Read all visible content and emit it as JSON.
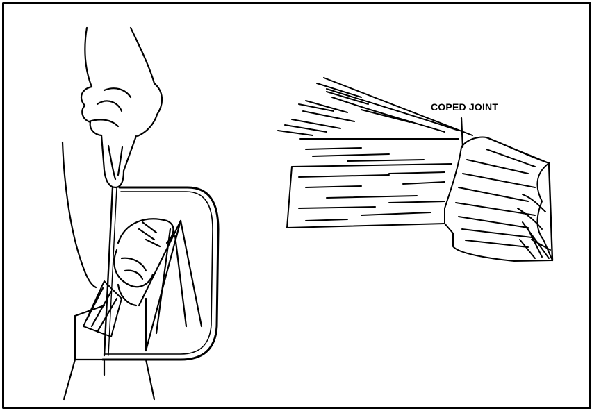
{
  "figure": {
    "callout_label": "COPED JOINT",
    "colors": {
      "ink": "#000000",
      "paper": "#ffffff"
    },
    "left_illustration": "coping-saw-cutting-molding",
    "right_illustration": "coped-joint-molding"
  }
}
